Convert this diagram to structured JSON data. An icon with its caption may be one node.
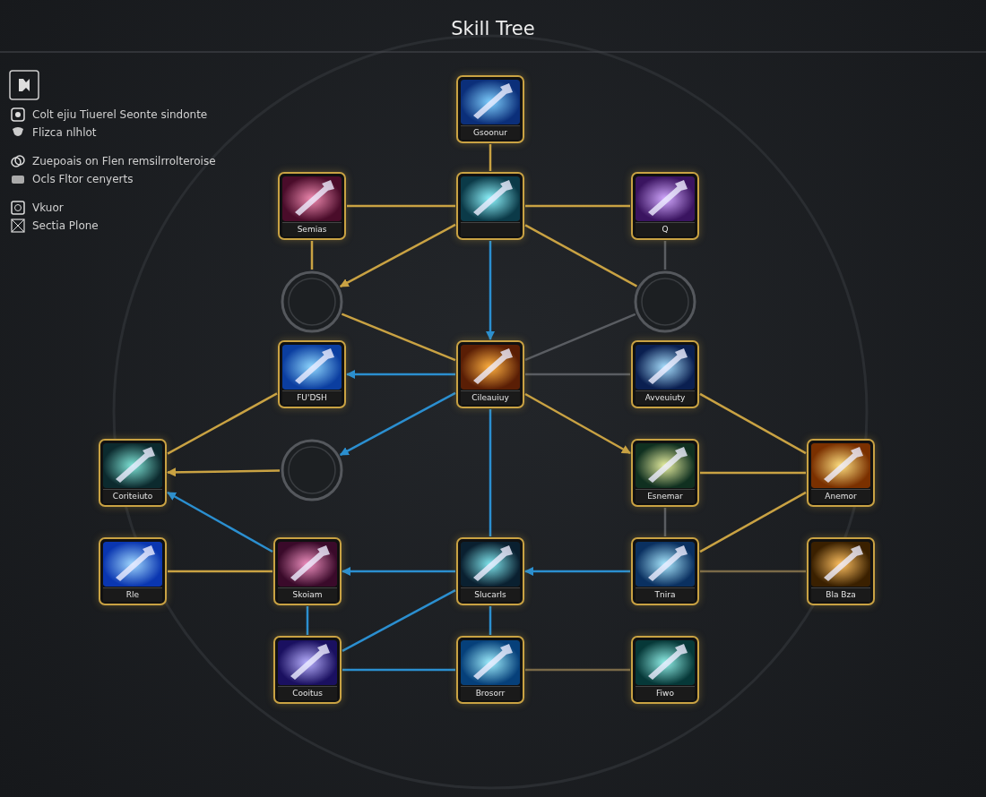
{
  "diagram": {
    "title": "Skill Tree",
    "nodes": [
      {
        "text": [
          "Gsoonur"
        ]
      },
      {
        "text": [
          "Semias"
        ]
      },
      {
        "text": [],
        "shape": "box"
      },
      {
        "text": [
          "Q"
        ]
      },
      {
        "text": [],
        "shape": "circle"
      },
      {
        "text": [],
        "shape": "circle"
      },
      {
        "text": [
          "FU'DSH"
        ]
      },
      {
        "text": [
          "Cileauiuy"
        ]
      },
      {
        "text": [
          "Avveuiuty"
        ]
      },
      {
        "text": [
          "Coriteiuto"
        ]
      },
      {
        "text": [],
        "shape": "circle"
      },
      {
        "text": [
          "Esnemar"
        ]
      },
      {
        "text": [
          "Anemor"
        ]
      },
      {
        "text": [
          "Rle"
        ]
      },
      {
        "text": [
          "Skoiam"
        ]
      },
      {
        "text": [
          "Slucarls"
        ]
      },
      {
        "text": [
          "Tnira"
        ]
      },
      {
        "text": [
          "Bla Bza"
        ]
      },
      {
        "text": [
          "Cooitus"
        ]
      },
      {
        "text": [
          "Brosorr"
        ]
      },
      {
        "text": [
          "Fiwo"
        ]
      }
    ],
    "edges": [
      {
        "from": 0,
        "to": 2,
        "arrow": "none"
      },
      {
        "from": 1,
        "to": 2,
        "arrow": "none"
      },
      {
        "from": 2,
        "to": 3,
        "arrow": "none"
      },
      {
        "from": 1,
        "to": 4,
        "arrow": "none"
      },
      {
        "from": 3,
        "to": 5,
        "arrow": "none",
        "color": "#5a5d62"
      },
      {
        "from": 2,
        "to": 4,
        "arrow": "to"
      },
      {
        "from": 2,
        "to": 5,
        "arrow": "none"
      },
      {
        "from": 2,
        "to": 7,
        "arrow": "to",
        "color": "#2b8fd0"
      },
      {
        "from": 4,
        "to": 7,
        "arrow": "none"
      },
      {
        "from": 5,
        "to": 7,
        "arrow": "none",
        "color": "#5a5d62"
      },
      {
        "from": 7,
        "to": 6,
        "arrow": "to",
        "color": "#2b8fd0"
      },
      {
        "from": 7,
        "to": 8,
        "arrow": "none",
        "color": "#5a5d62"
      },
      {
        "from": 6,
        "to": 9,
        "arrow": "none"
      },
      {
        "from": 10,
        "to": 9,
        "arrow": "to"
      },
      {
        "from": 7,
        "to": 10,
        "arrow": "to",
        "color": "#2b8fd0"
      },
      {
        "from": 7,
        "to": 11,
        "arrow": "to"
      },
      {
        "from": 8,
        "to": 12,
        "arrow": "none"
      },
      {
        "from": 11,
        "to": 12,
        "arrow": "none"
      },
      {
        "from": 12,
        "to": 16,
        "arrow": "none"
      },
      {
        "from": 7,
        "to": 15,
        "arrow": "none",
        "color": "#2b8fd0"
      },
      {
        "from": 14,
        "to": 9,
        "arrow": "to",
        "color": "#2b8fd0"
      },
      {
        "from": 13,
        "to": 14,
        "arrow": "none"
      },
      {
        "from": 15,
        "to": 14,
        "arrow": "to",
        "color": "#2b8fd0"
      },
      {
        "from": 16,
        "to": 15,
        "arrow": "to",
        "color": "#2b8fd0"
      },
      {
        "from": 11,
        "to": 16,
        "arrow": "none",
        "color": "#5a5d62"
      },
      {
        "from": 17,
        "to": 16,
        "arrow": "none",
        "color": "#7a6a48"
      },
      {
        "from": 14,
        "to": 18,
        "arrow": "none",
        "color": "#2b8fd0"
      },
      {
        "from": 15,
        "to": 18,
        "arrow": "none",
        "color": "#2b8fd0"
      },
      {
        "from": 19,
        "to": 18,
        "arrow": "none",
        "color": "#2b8fd0"
      },
      {
        "from": 15,
        "to": 19,
        "arrow": "none",
        "color": "#2b8fd0"
      },
      {
        "from": 19,
        "to": 20,
        "arrow": "none",
        "color": "#7a6a48"
      }
    ],
    "legend": [
      {
        "text": "Colt ejiu Tiuerel Seonte sindonte"
      },
      {
        "text": "Flizca nlhlot"
      },
      {
        "text": "Zuepoais on Flen remsilrrolteroise"
      },
      {
        "text": "Ocls Fltor cenyerts"
      },
      {
        "text": "Vkuor"
      },
      {
        "text": "Sectia Plone"
      }
    ]
  }
}
